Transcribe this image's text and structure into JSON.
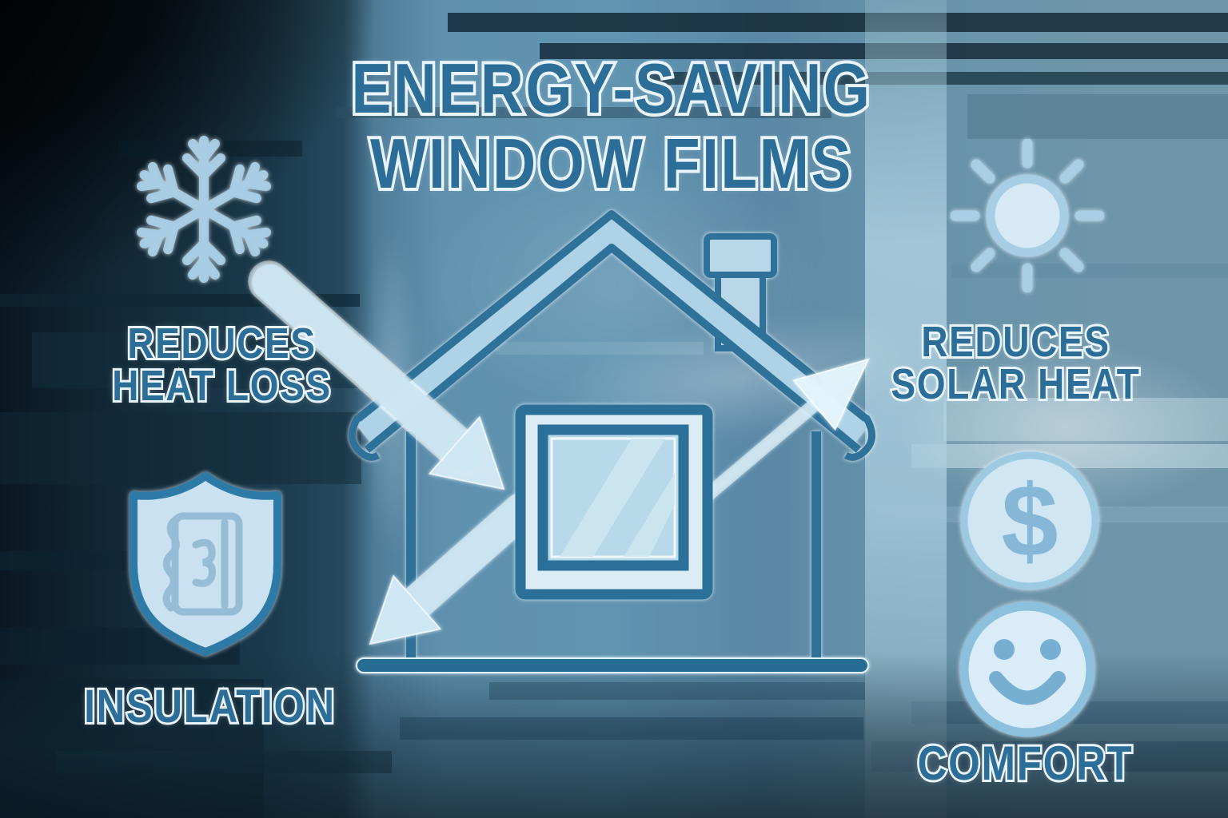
{
  "title": {
    "line1": "ENERGY-SAVING",
    "line2": "WINDOW FILMS"
  },
  "benefits": {
    "heat_loss": {
      "line1": "REDUCES",
      "line2": "HEAT LOSS",
      "icon": "snowflake"
    },
    "solar_heat": {
      "line1": "REDUCES",
      "line2": "SOLAR HEAT",
      "icon": "sun"
    },
    "insulation": {
      "label": "INSULATION",
      "icon": "shield-insulation"
    },
    "savings": {
      "icon": "dollar-coin"
    },
    "comfort": {
      "label": "COMFORT",
      "icon": "smiley-face"
    }
  },
  "symbols": {
    "dollar": "$"
  },
  "illustration": {
    "subject": "house-with-window-film",
    "arrows": [
      "incoming-heat-arrow",
      "deflected-down-arrow",
      "reflected-up-arrow"
    ]
  },
  "colors": {
    "text_fill": "#2c6e97",
    "text_outline": "#e9f4fa",
    "outline_dark": "#2e7199",
    "fill_light": "#aed2e6",
    "icon_light": "#a8cee5",
    "glass": "#b8d9e9",
    "background_mid": "#6094b1",
    "background_dark": "#122a39"
  }
}
